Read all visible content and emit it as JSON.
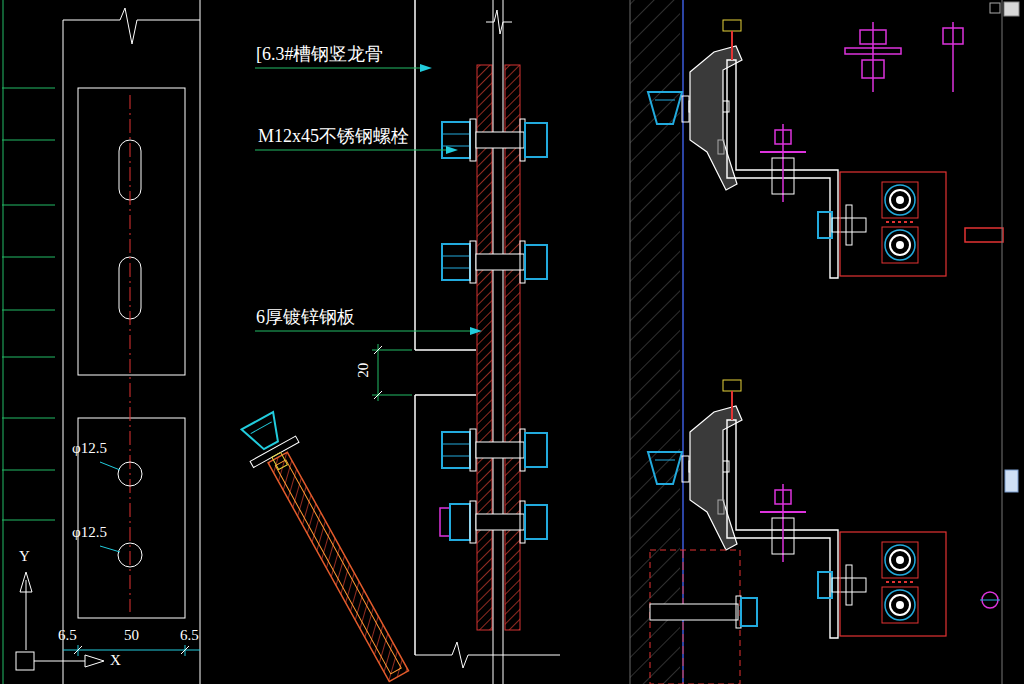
{
  "diagram": {
    "labels": [
      "[6.3#槽钢竖龙骨",
      "M12x45不锈钢螺栓",
      "6厚镀锌钢板",
      "20",
      "φ12.5",
      "φ12.5",
      "6.5",
      "50",
      "6.5",
      "Y",
      "X"
    ]
  }
}
